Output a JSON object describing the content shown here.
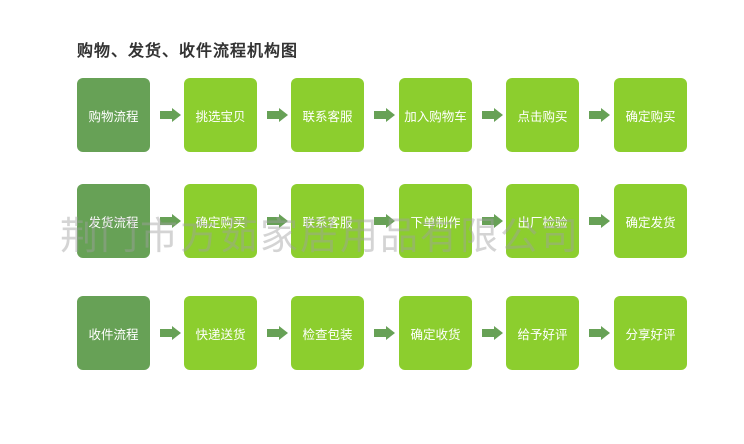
{
  "title": "购物、发货、收件流程机构图",
  "rows": [
    {
      "head": "购物流程",
      "steps": [
        "挑选宝贝",
        "联系客服",
        "加入购物车",
        "点击购买",
        "确定购买"
      ]
    },
    {
      "head": "发货流程",
      "steps": [
        "确定购买",
        "联系客服",
        "下单制作",
        "出厂检验",
        "确定发货"
      ]
    },
    {
      "head": "收件流程",
      "steps": [
        "快递送货",
        "检查包装",
        "确定收货",
        "给予好评",
        "分享好评"
      ]
    }
  ],
  "watermark": "荆门市方茹家居用品有限公司"
}
